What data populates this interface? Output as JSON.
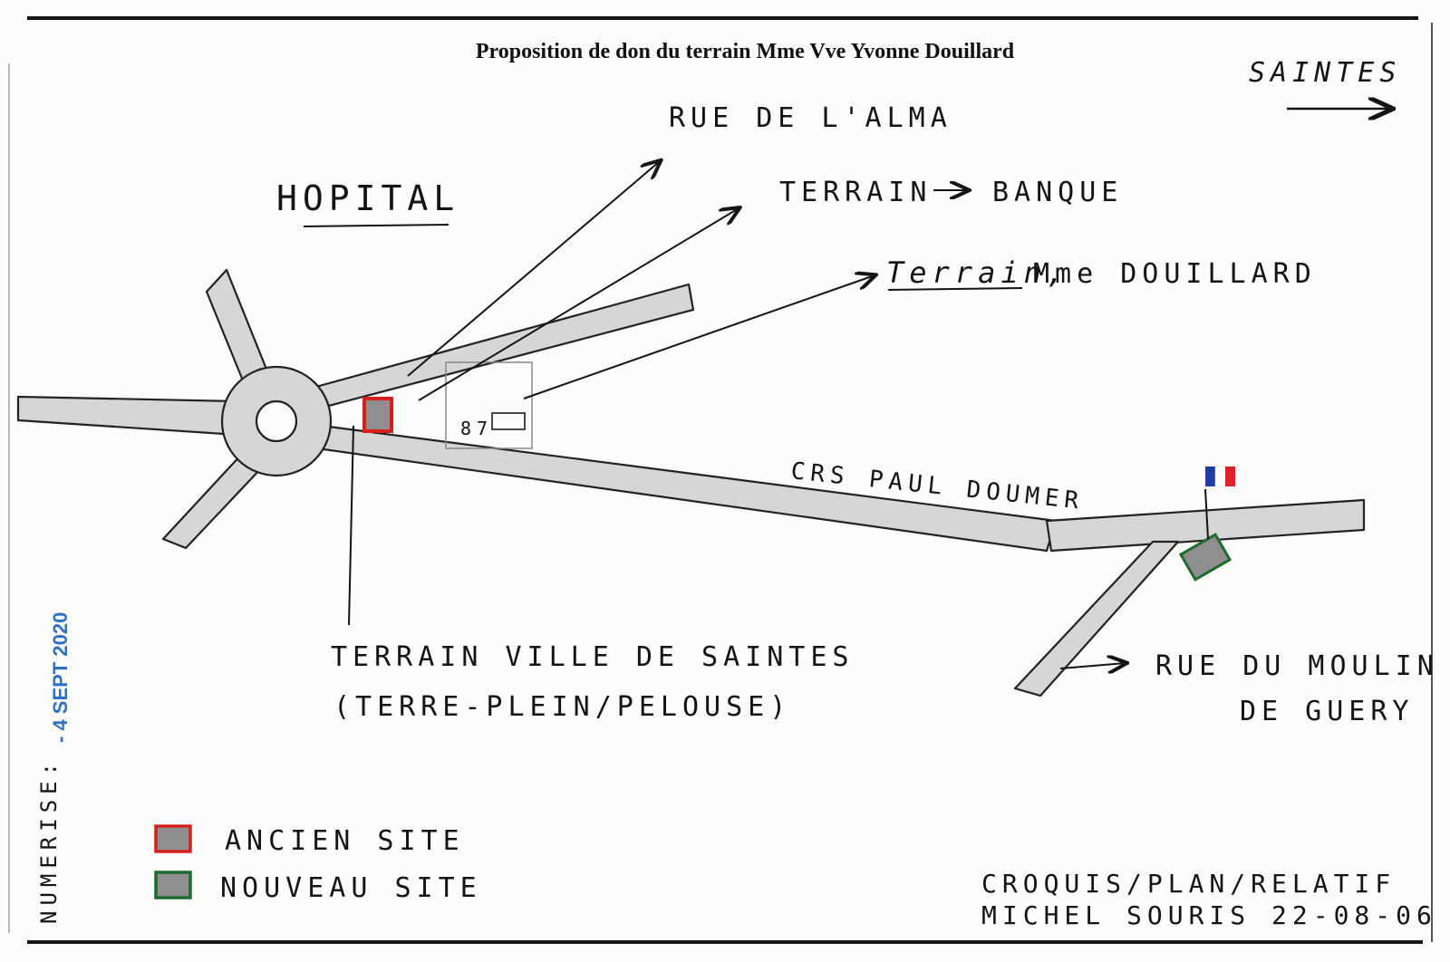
{
  "title": "Proposition de don du terrain Mme Vve Yvonne Douillard",
  "direction": {
    "label": "SAINTES",
    "icon": "arrow-right-icon"
  },
  "labels": {
    "hopital": "HOPITAL",
    "rue_alma": "RUE DE L'ALMA",
    "terrain_banque_left": "TERRAIN",
    "terrain_banque_right": "BANQUE",
    "terrain_douillard": "Terrain,",
    "douillard_name": "Mme DOUILLARD",
    "number": "87",
    "crs_paul_doumer": "CRS PAUL DOUMER",
    "terrain_ville_line1": "TERRAIN VILLE DE SAINTES",
    "terrain_ville_line2": "(TERRE-PLEIN/PELOUSE)",
    "rue_moulin_line1": "RUE DU MOULIN",
    "rue_moulin_line2": "DE GUERY"
  },
  "legend": [
    {
      "label": "ANCIEN SITE",
      "color": "#d62020"
    },
    {
      "label": "NOUVEAU SITE",
      "color": "#1f6b2e"
    }
  ],
  "signature": {
    "line1": "CROQUIS/PLAN/RELATIF",
    "line2": "MICHEL SOURIS 22-08-06"
  },
  "stamp": {
    "prefix": "NUMERISE:",
    "date": "- 4 SEPT 2020"
  },
  "colors": {
    "road_fill": "#d6d6d6",
    "ink": "#141414",
    "old_site": "#d62020",
    "new_site": "#1f6b2e",
    "stamp": "#2f6fc4",
    "flag_blue": "#1f3d9e",
    "flag_red": "#e0202a"
  }
}
